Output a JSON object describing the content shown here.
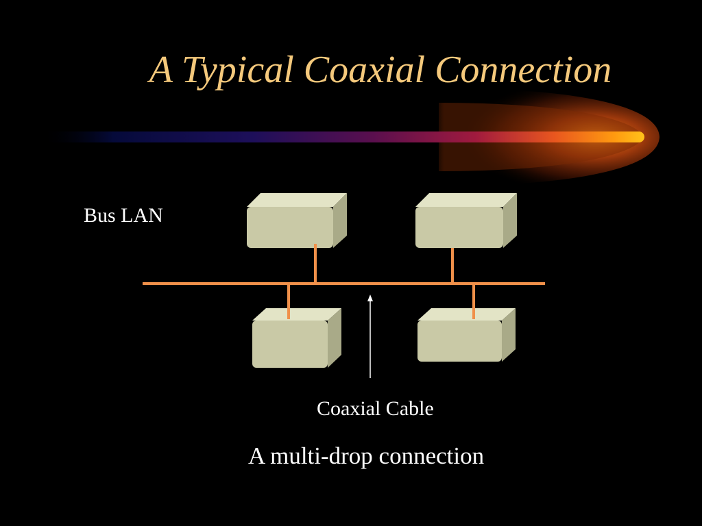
{
  "slide": {
    "title": "A Typical Coaxial Connection",
    "bus_label": "Bus LAN",
    "cable_label": "Coaxial Cable",
    "caption": "A multi-drop connection"
  },
  "diagram": {
    "nodes": [
      {
        "name": "node-top-left",
        "row": "top"
      },
      {
        "name": "node-top-right",
        "row": "top"
      },
      {
        "name": "node-bottom-left",
        "row": "bottom"
      },
      {
        "name": "node-bottom-right",
        "row": "bottom"
      }
    ],
    "colors": {
      "background": "#000000",
      "title": "#f5c97c",
      "bus_line": "#f0904a",
      "node_face": "#c9c9a6",
      "node_top": "#dedfc0",
      "node_side": "#a9aa88",
      "text": "#ffffff",
      "arrow": "#ffffff"
    }
  }
}
